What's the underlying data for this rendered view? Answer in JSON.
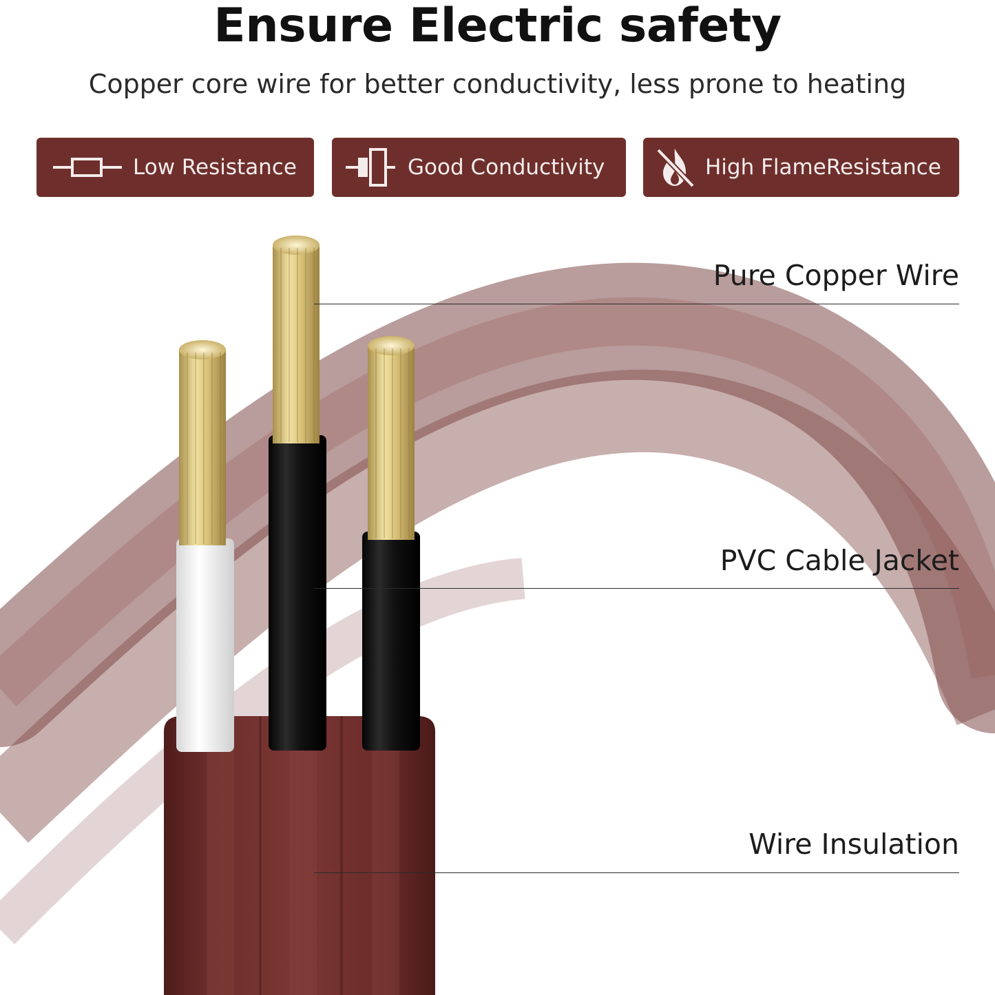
{
  "header": {
    "title": "Ensure Electric safety",
    "subtitle": "Copper core wire for better conductivity, less prone to heating"
  },
  "features": [
    {
      "label": "Low Resistance",
      "icon": "resistor-icon"
    },
    {
      "label": "Good Conductivity",
      "icon": "capacitor-icon"
    },
    {
      "label": "High FlameResistance",
      "icon": "no-flame-icon"
    }
  ],
  "callouts": [
    {
      "label": "Pure Copper Wire"
    },
    {
      "label": "PVC Cable Jacket"
    },
    {
      "label": "Wire Insulation"
    }
  ],
  "colors": {
    "badge_background": "#6e2f2c",
    "cable_jacket": "#6b2c2a",
    "copper": "#d8c27a"
  }
}
